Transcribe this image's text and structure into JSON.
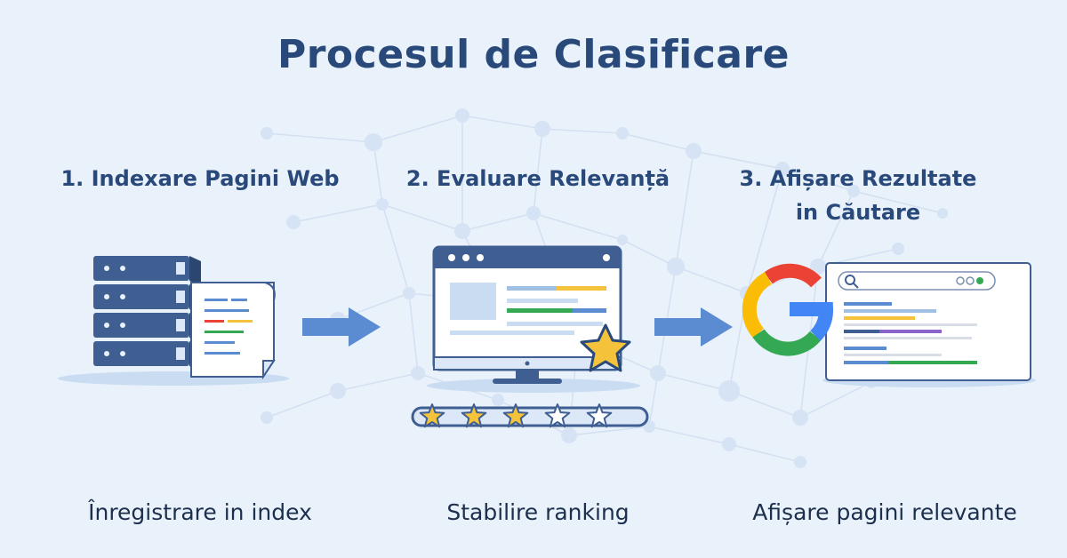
{
  "title": "Procesul de Clasificare",
  "steps": [
    {
      "title": "1. Indexare Pagini Web",
      "caption": "Înregistrare in index"
    },
    {
      "title": "2. Evaluare Relevanță",
      "caption": "Stabilire ranking"
    },
    {
      "title_line1": "3. Afișare Rezultate",
      "title_line2": "in Căutare",
      "caption": "Afișare pagini relevante"
    }
  ],
  "rating": {
    "filled_stars": 3,
    "total_stars": 5
  },
  "colors": {
    "background": "#e9f1fb",
    "title": "#28497a",
    "arrow": "#5b8bd0",
    "server": "#3f5f92",
    "star": "#f5c33b",
    "google_red": "#ea4335",
    "google_yellow": "#fbbc05",
    "google_green": "#34a853",
    "google_blue": "#4285f4"
  },
  "icons": [
    "network-background",
    "server-stack-icon",
    "document-icon",
    "arrow-right-icon",
    "monitor-icon",
    "star-icon",
    "star-rating-bar",
    "google-logo-icon",
    "search-results-window-icon",
    "search-icon"
  ]
}
